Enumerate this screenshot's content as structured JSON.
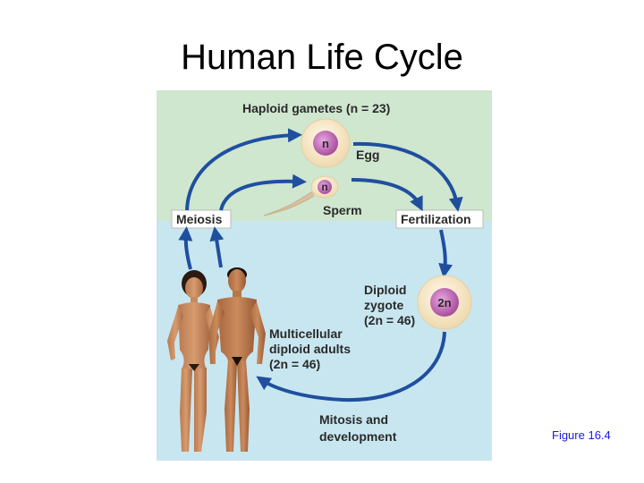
{
  "title": "Human Life Cycle",
  "figure_label": "Figure 16.4",
  "diagram": {
    "haploid_title": "Haploid gametes (n = 23)",
    "egg_cell": "n",
    "egg_label": "Egg",
    "sperm_cell": "n",
    "sperm_label": "Sperm",
    "meiosis": "Meiosis",
    "fertilization": "Fertilization",
    "zygote_label_1": "Diploid",
    "zygote_label_2": "zygote",
    "zygote_label_3": "(2n = 46)",
    "zygote_cell": "2n",
    "adults_label_1": "Multicellular",
    "adults_label_2": "diploid adults",
    "adults_label_3": "(2n = 46)",
    "mitosis_label_1": "Mitosis and",
    "mitosis_label_2": "development",
    "colors": {
      "haploid_bg": "#cfe6cf",
      "diploid_bg": "#c8e6f0",
      "arrow": "#1f4f9e",
      "cell_ring": "#f6e7c8",
      "cell_core": "#c46fb8"
    }
  }
}
